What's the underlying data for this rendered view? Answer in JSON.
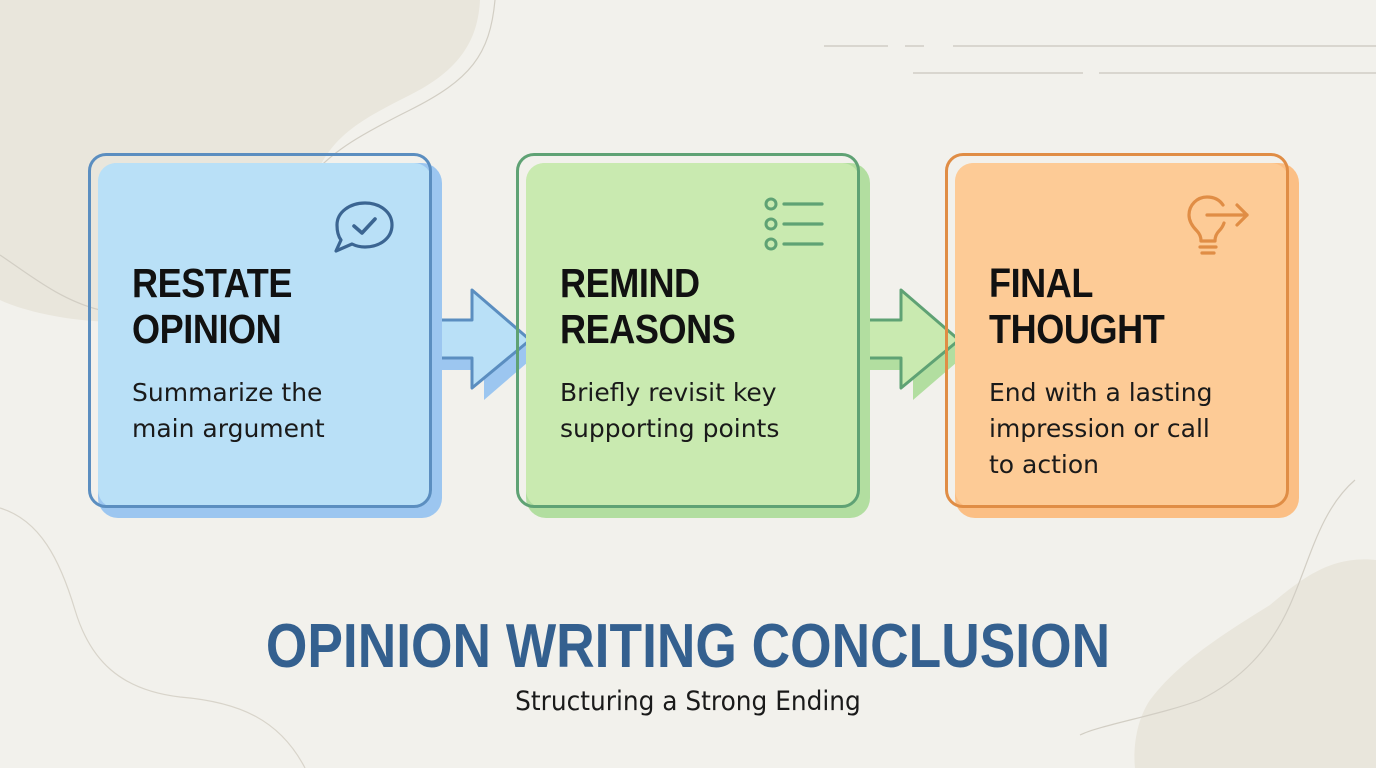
{
  "diagram": {
    "title": "OPINION WRITING CONCLUSION",
    "subtitle": "Structuring a Strong Ending",
    "title_color": "#34608f",
    "background_color": "#f2f1ec",
    "steps": [
      {
        "title": "RESTATE\nOPINION",
        "description": "Summarize the\nmain argument",
        "icon": "speech-bubble-check-icon",
        "fill_color": "#b9e0f7",
        "shadow_color": "#9cc6f0",
        "border_color": "#5b8ec0"
      },
      {
        "title": "REMIND\nREASONS",
        "description": "Briefly revisit key\nsupporting points",
        "icon": "bullet-list-icon",
        "fill_color": "#c9eab0",
        "shadow_color": "#b2dea0",
        "border_color": "#5fa274"
      },
      {
        "title": "FINAL\nTHOUGHT",
        "description": "End with a lasting\nimpression or call\nto action",
        "icon": "lightbulb-arrow-icon",
        "fill_color": "#fdcb96",
        "shadow_color": "#fbbf85",
        "border_color": "#e08d45"
      }
    ],
    "connectors": [
      {
        "from": "RESTATE OPINION",
        "to": "REMIND REASONS",
        "icon": "right-arrow-icon"
      },
      {
        "from": "REMIND REASONS",
        "to": "FINAL THOUGHT",
        "icon": "right-arrow-icon"
      }
    ]
  }
}
